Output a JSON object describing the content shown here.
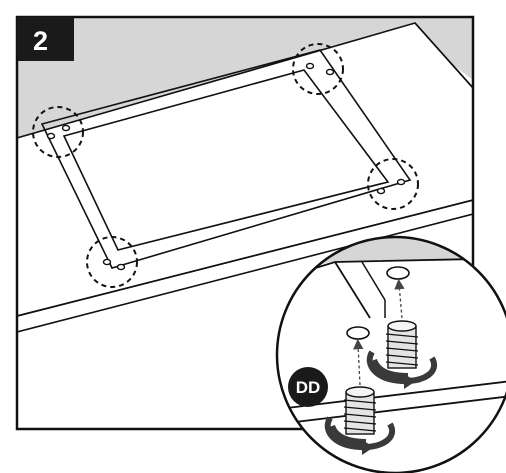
{
  "step": {
    "number": "2"
  },
  "callout": {
    "part_label": "DD"
  },
  "colors": {
    "frame": "#111111",
    "badge": "#1a1a1a",
    "wall_shade": "#d6d6d6",
    "insert_fill": "#e4e4e4",
    "arrow_fill": "#3a3a3a"
  },
  "icons": {
    "screw_hole": "ring",
    "threaded_insert": "threaded-insert-icon",
    "rotation_arrow": "rotate-arrow-icon",
    "detail_circle": "dashed-circle"
  }
}
